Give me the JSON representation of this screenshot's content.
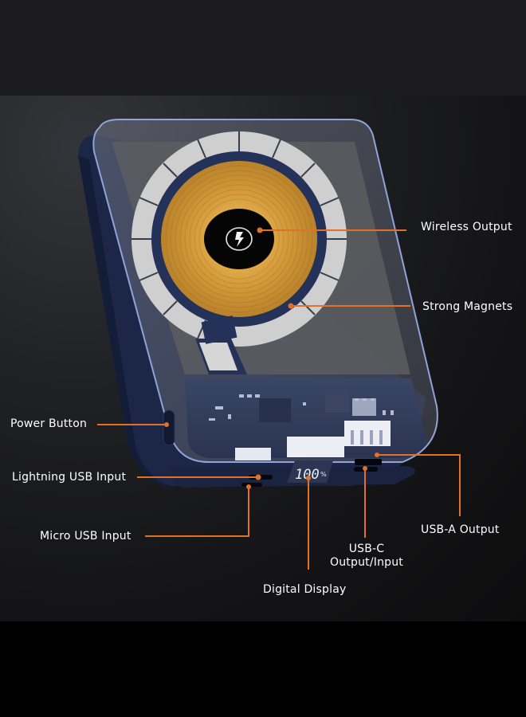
{
  "product": {
    "display_value": "100",
    "display_unit": "%",
    "icon": "lightning-bolt-icon"
  },
  "callouts": {
    "wireless_output": "Wireless Output",
    "strong_magnets": "Strong Magnets",
    "power_button": "Power Button",
    "lightning_usb_input": "Lightning USB Input",
    "micro_usb_input": "Micro USB Input",
    "usb_c_line1": "USB-C",
    "usb_c_line2": "Output/Input",
    "usb_a_output": "USB-A Output",
    "digital_display": "Digital Display"
  },
  "colors": {
    "callout_line": "#e0712a",
    "device_body": "#1f2c4d",
    "coil": "#d9a441",
    "background_top": "#1c1c1e"
  }
}
